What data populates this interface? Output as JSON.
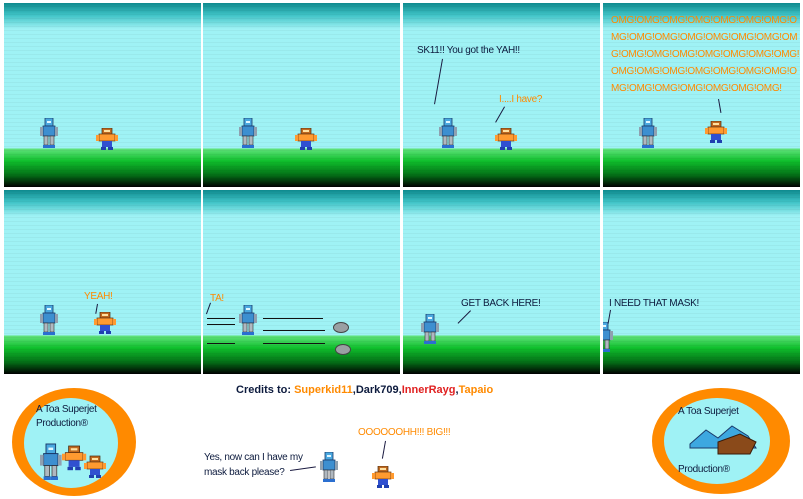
{
  "panels": [
    {
      "id": 1
    },
    {
      "id": 2
    },
    {
      "id": 3,
      "lines": [
        "SK11!! You got the YAH!!",
        "I....I have?"
      ]
    },
    {
      "id": 4,
      "lines": [
        "OMG!OMG!OMG!OMG!OMG!OMG!OMG!O",
        "MG!OMG!OMG!OMG!OMG!OMG!OMG!OM",
        "G!OMG!OMG!OMG!OMG!OMG!OMG!OMG!",
        "OMG!OMG!OMG!OMG!OMG!OMG!OMG!O",
        "MG!OMG!OMG!OMG!OMG!OMG!OMG!"
      ]
    },
    {
      "id": 5,
      "lines": [
        "YEAH!"
      ]
    },
    {
      "id": 6,
      "lines": [
        "TA!"
      ]
    },
    {
      "id": 7,
      "lines": [
        "GET BACK HERE!"
      ]
    },
    {
      "id": 8,
      "lines": [
        "I NEED THAT MASK!"
      ]
    }
  ],
  "credits": {
    "prefix": "Credits to: ",
    "names": [
      "Superkid11",
      "Dark709",
      "InnerRayg",
      "Tapaio"
    ],
    "colors": [
      "#ff8a00",
      "#0d1b3e",
      "#e02020",
      "#ff8a00"
    ]
  },
  "bottom": {
    "left_badge": {
      "line1": "A Toa Superjet",
      "line2": "Production®"
    },
    "right_badge": {
      "line1": "A Toa Superjet",
      "line2": "Production®"
    },
    "dialog_blue": [
      "Yes, now can I have my",
      "mask back please?"
    ],
    "dialog_orange": "OOOOOOHH!!! BIG!!!"
  },
  "colors": {
    "sky": "#9ff2f5",
    "grass": "#0fbf2c",
    "orange_text": "#ff8a00",
    "dark_text": "#0d1b3e"
  }
}
